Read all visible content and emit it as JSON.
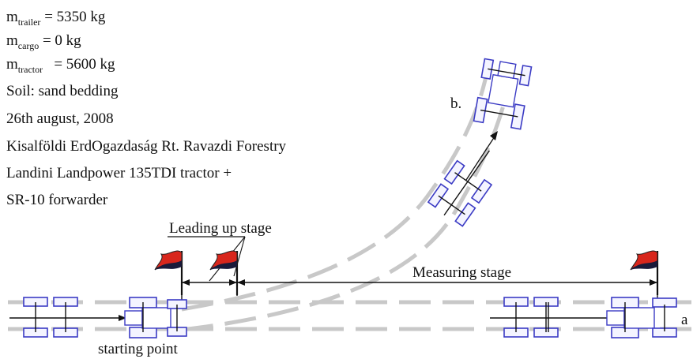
{
  "specs": {
    "m_trailer": {
      "symbol": "m",
      "subscript": "trailer",
      "value": "= 5350 kg"
    },
    "m_cargo": {
      "symbol": "m",
      "subscript": "cargo",
      "value": "= 0 kg"
    },
    "m_tractor": {
      "symbol": "m",
      "subscript": "tractor",
      "value": "= 5600 kg"
    },
    "soil": "Soil: sand bedding",
    "date": "26th august, 2008",
    "location": "Kisalföldi ErdOgazdaság Rt. Ravazdi Forestry",
    "machine_line1": "Landini Landpower 135TDI tractor +",
    "machine_line2": "SR-10 forwarder"
  },
  "labels": {
    "leading_up_stage": "Leading up stage",
    "measuring_stage": "Measuring stage",
    "starting_point": "starting point",
    "position_a": "a",
    "position_b": "b."
  },
  "colors": {
    "vehicle_outline": "#3b3bc4",
    "track": "#c8c8c8",
    "flag_red": "#d8261c",
    "flag_dark": "#1a1a3a"
  }
}
